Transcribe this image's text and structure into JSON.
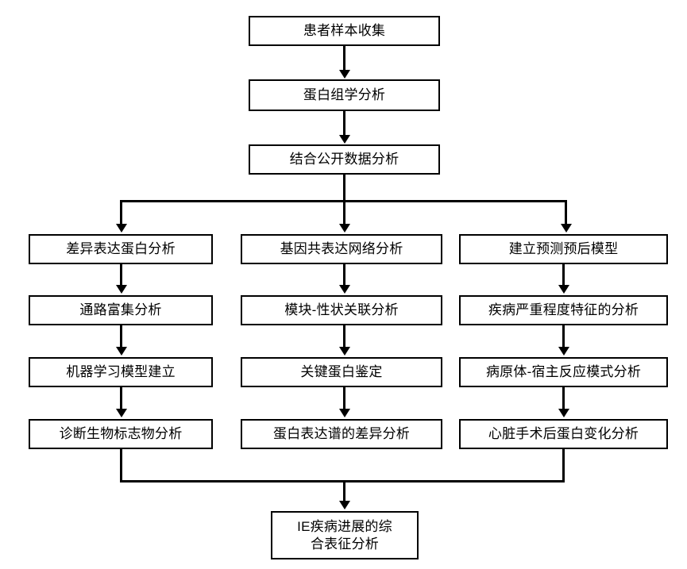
{
  "diagram": {
    "title_text": "",
    "colors": {
      "line": "#000000",
      "box_fill": "#ffffff",
      "box_border": "#000000",
      "text": "#000000",
      "background": "#ffffff"
    },
    "spine": [
      {
        "id": "n1",
        "label": "患者样本收集"
      },
      {
        "id": "n2",
        "label": "蛋白组学分析"
      },
      {
        "id": "n3",
        "label": "结合公开数据分析"
      }
    ],
    "columns": [
      {
        "id": "col-left",
        "steps": [
          {
            "id": "l1",
            "label": "差异表达蛋白分析"
          },
          {
            "id": "l2",
            "label": "通路富集分析"
          },
          {
            "id": "l3",
            "label": "机器学习模型建立"
          },
          {
            "id": "l4",
            "label": "诊断生物标志物分析"
          }
        ]
      },
      {
        "id": "col-middle",
        "steps": [
          {
            "id": "m1",
            "label": "基因共表达网络分析"
          },
          {
            "id": "m2",
            "label": "模块-性状关联分析"
          },
          {
            "id": "m3",
            "label": "关键蛋白鉴定"
          },
          {
            "id": "m4",
            "label": "蛋白表达谱的差异分析"
          }
        ]
      },
      {
        "id": "col-right",
        "steps": [
          {
            "id": "r1",
            "label": "建立预测预后模型"
          },
          {
            "id": "r2",
            "label": "疾病严重程度特征的分析"
          },
          {
            "id": "r3",
            "label": "病原体-宿主反应模式分析"
          },
          {
            "id": "r4",
            "label": "心脏手术后蛋白变化分析"
          }
        ]
      }
    ],
    "terminal": {
      "id": "end",
      "label": "IE疾病进展的综\n合表征分析"
    }
  }
}
